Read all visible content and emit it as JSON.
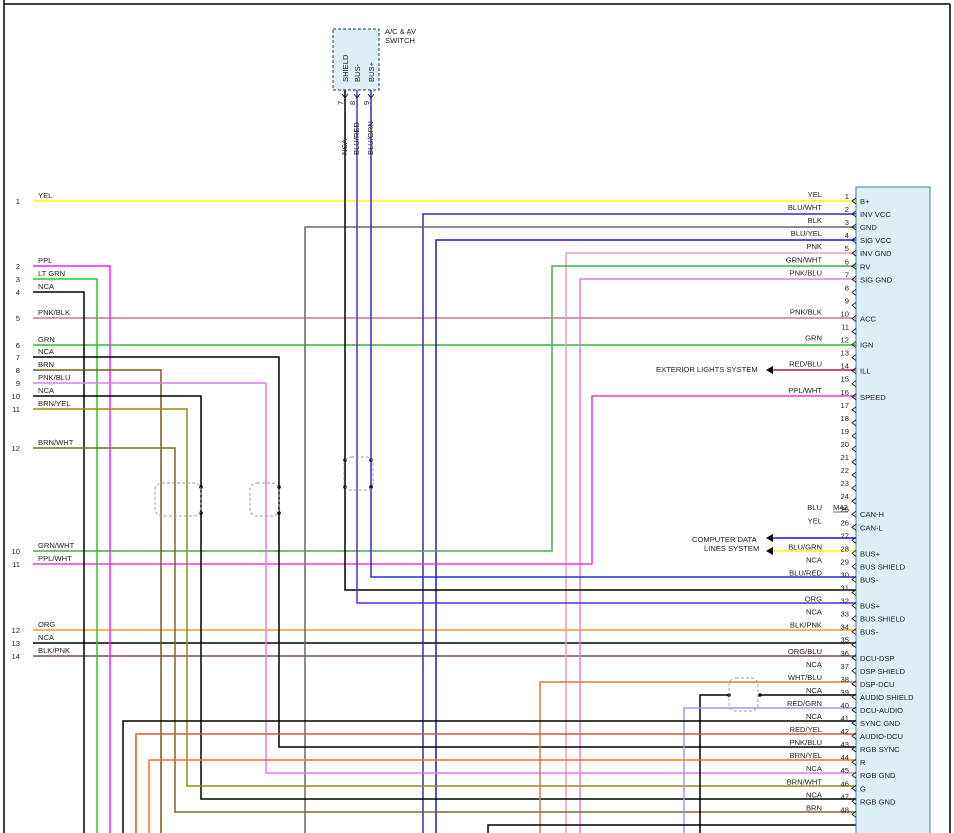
{
  "switch": {
    "title_line1": "A/C & AV",
    "title_line2": "SWITCH",
    "pins": [
      {
        "num": "7",
        "name": "SHIELD"
      },
      {
        "num": "8",
        "name": "BUS-"
      },
      {
        "num": "9",
        "name": "BUS+"
      }
    ],
    "wires": [
      "NCA",
      "BLU/RED",
      "BLU/GRN"
    ]
  },
  "connector_id": "M42",
  "pins": [
    {
      "num": "1",
      "func": "B+"
    },
    {
      "num": "2",
      "func": "INV VCC"
    },
    {
      "num": "3",
      "func": "GND"
    },
    {
      "num": "4",
      "func": "SIG VCC"
    },
    {
      "num": "5",
      "func": "INV GND"
    },
    {
      "num": "6",
      "func": "RV"
    },
    {
      "num": "7",
      "func": "SIG GND"
    },
    {
      "num": "8",
      "func": ""
    },
    {
      "num": "9",
      "func": ""
    },
    {
      "num": "10",
      "func": "ACC"
    },
    {
      "num": "11",
      "func": ""
    },
    {
      "num": "12",
      "func": "IGN"
    },
    {
      "num": "13",
      "func": ""
    },
    {
      "num": "14",
      "func": "ILL"
    },
    {
      "num": "15",
      "func": ""
    },
    {
      "num": "16",
      "func": "SPEED"
    },
    {
      "num": "17",
      "func": ""
    },
    {
      "num": "18",
      "func": ""
    },
    {
      "num": "19",
      "func": ""
    },
    {
      "num": "20",
      "func": ""
    },
    {
      "num": "21",
      "func": ""
    },
    {
      "num": "22",
      "func": ""
    },
    {
      "num": "23",
      "func": ""
    },
    {
      "num": "24",
      "func": ""
    },
    {
      "num": "25",
      "func": "CAN-H"
    },
    {
      "num": "26",
      "func": "CAN-L"
    },
    {
      "num": "27",
      "func": ""
    },
    {
      "num": "28",
      "func": "BUS+"
    },
    {
      "num": "29",
      "func": "BUS SHIELD"
    },
    {
      "num": "30",
      "func": "BUS-"
    },
    {
      "num": "31",
      "func": ""
    },
    {
      "num": "32",
      "func": "BUS+"
    },
    {
      "num": "33",
      "func": "BUS SHIELD"
    },
    {
      "num": "34",
      "func": "BUS-"
    },
    {
      "num": "35",
      "func": ""
    },
    {
      "num": "36",
      "func": "DCU-DSP"
    },
    {
      "num": "37",
      "func": "DSP SHIELD"
    },
    {
      "num": "38",
      "func": "DSP-DCU"
    },
    {
      "num": "39",
      "func": "AUDIO SHIELD"
    },
    {
      "num": "40",
      "func": "DCU-AUDIO"
    },
    {
      "num": "41",
      "func": "SYNC GND"
    },
    {
      "num": "42",
      "func": "AUDIO-DCU"
    },
    {
      "num": "43",
      "func": "RGB SYNC"
    },
    {
      "num": "44",
      "func": "R"
    },
    {
      "num": "45",
      "func": "RGB GND"
    },
    {
      "num": "46",
      "func": "G"
    },
    {
      "num": "47",
      "func": "RGB GND"
    },
    {
      "num": "48",
      "func": ""
    }
  ],
  "right_wires": [
    "YEL",
    "BLU/WHT",
    "BLK",
    "BLU/YEL",
    "PNK",
    "GRN/WHT",
    "PNK/BLU",
    "",
    "",
    "PNK/BLK",
    "",
    "GRN",
    "",
    "RED/BLU",
    "",
    "PPL/WHT",
    "",
    "",
    "",
    "",
    "",
    "",
    "",
    "",
    "BLU",
    "YEL",
    "",
    "BLU/GRN",
    "NCA",
    "BLU/RED",
    "",
    "ORG",
    "NCA",
    "BLK/PNK",
    "",
    "ORG/BLU",
    "NCA",
    "WHT/BLU",
    "NCA",
    "RED/GRN",
    "NCA",
    "RED/YEL",
    "PNK/BLU",
    "BRN/YEL",
    "NCA",
    "BRN/WHT",
    "NCA",
    "BRN"
  ],
  "left_wires": [
    {
      "num": "1",
      "wire": "YEL"
    },
    {
      "num": "2",
      "wire": "PPL"
    },
    {
      "num": "3",
      "wire": "LT GRN"
    },
    {
      "num": "4",
      "wire": "NCA"
    },
    {
      "num": "5",
      "wire": "PNK/BLK"
    },
    {
      "num": "6",
      "wire": "GRN"
    },
    {
      "num": "7",
      "wire": "NCA"
    },
    {
      "num": "8",
      "wire": "BRN"
    },
    {
      "num": "9",
      "wire": "PNK/BLU"
    },
    {
      "num": "10",
      "wire": "NCA"
    },
    {
      "num": "11",
      "wire": "BRN/YEL"
    },
    {
      "num": "12",
      "wire": "BRN/WHT"
    },
    {
      "num": "10",
      "wire": "GRN/WHT"
    },
    {
      "num": "11",
      "wire": "PPL/WHT"
    },
    {
      "num": "12",
      "wire": "ORG"
    },
    {
      "num": "13",
      "wire": "NCA"
    },
    {
      "num": "14",
      "wire": "BLK/PNK"
    }
  ],
  "refs": {
    "exterior": "EXTERIOR LIGHTS SYSTEM",
    "computer_line1": "COMPUTER DATA",
    "computer_line2": "LINES SYSTEM"
  },
  "colors": {
    "YEL": "#ffff00",
    "PPL": "#ff1aff",
    "LT GRN": "#22cc22",
    "NCA": "#000000",
    "PNK/BLK": "#c8769a",
    "GRN": "#2ebd2e",
    "BRN": "#7a5a18",
    "PNK/BLU": "#e27ae6",
    "BRN/YEL": "#9a8a10",
    "BRN/WHT": "#7a6a2a",
    "GRN/WHT": "#4caa4c",
    "PPL/WHT": "#ee33ee",
    "ORG": "#ff9a22",
    "BLK/PNK": "#7a4a5a",
    "BLU/WHT": "#2a2ad8",
    "BLK": "#666666",
    "BLU/YEL": "#1a1ac8",
    "PNK": "#f29ab8",
    "RED/BLU": "#b01a4a",
    "BLU": "#1010ee",
    "BLU/GRN": "#2a2ae0",
    "BLU/RED": "#5a2ae0",
    "ORG/BLU": "#d07a4a",
    "WHT/BLU": "#9a9af0",
    "RED/GRN": "#d05a2a",
    "RED/YEL": "#ff6a1a",
    "connector_fill": "#ddeef7"
  }
}
